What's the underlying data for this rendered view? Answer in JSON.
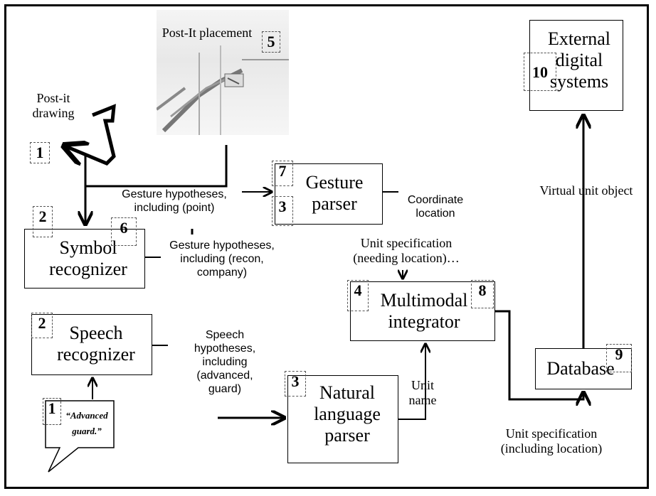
{
  "nodes": {
    "postit_placement": "Post-It placement",
    "postit_drawing": "Post-it drawing",
    "symbol_recognizer": "Symbol recognizer",
    "speech_recognizer": "Speech recognizer",
    "gesture_parser": "Gesture parser",
    "multimodal_integrator": "Multimodal integrator",
    "natural_language_parser": "Natural language parser",
    "database": "Database",
    "external_systems": "External digital systems",
    "speech_bubble": "“Advanced guard.”"
  },
  "edges": {
    "gesture_hyp_point": "Gesture hypotheses, including (point)",
    "gesture_hyp_recon": "Gesture hypotheses, including (recon, company)",
    "coordinate_location": "Coordinate location",
    "unit_spec_needing": "Unit specification (needing location)…",
    "speech_hyp": "Speech hypotheses, including (advanced, guard)",
    "unit_name": "Unit name",
    "virtual_unit_object": "Virtual unit object",
    "unit_spec_including": "Unit specification (including location)"
  },
  "numbers": {
    "postit_drawing": "1",
    "postit_placement": "5",
    "symbol_2": "2",
    "symbol_6": "6",
    "gesture_7": "7",
    "gesture_3": "3",
    "speech_2": "2",
    "speech_1": "1",
    "integrator_4": "4",
    "integrator_8": "8",
    "nlp_3": "3",
    "database_9": "9",
    "external_10": "10"
  }
}
